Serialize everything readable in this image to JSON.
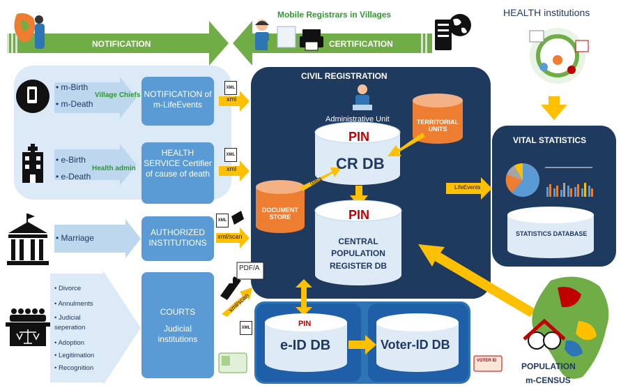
{
  "top": {
    "mobile_registrars": "Mobile Registrars in Villages",
    "notification": "NOTIFICATION",
    "certification": "CERTIFICATION",
    "health_institutions": "HEALTH institutions"
  },
  "left": {
    "row1": {
      "items": [
        "m-Birth",
        "m-Death"
      ],
      "actor": "Village Chiefs",
      "box": "NOTIFICATION of m-LifeEvents",
      "arrow": "xml"
    },
    "row2": {
      "items": [
        "e-Birth",
        "e-Death"
      ],
      "actor": "Health admin",
      "box": "HEALTH SERVICE Certifier of cause of death",
      "arrow": "xml"
    },
    "row3": {
      "items": [
        "Marriage"
      ],
      "box": "AUTHORIZED INSTITUTIONS",
      "arrow": "xml/scan"
    },
    "row4": {
      "items": [
        "Divorce",
        "Annulments",
        "Judicial seperation",
        "Adoption",
        "Legitimation",
        "Recognition"
      ],
      "box_title": "COURTS",
      "box_sub": "Judicial institutions",
      "arrow": "xml/scan"
    }
  },
  "center": {
    "title": "CIVIL REGISTRATION",
    "admin_unit": "Administrative Unit",
    "territorial_units": "TERRITORIAL UNITS",
    "document_store": "DOCUMENT STORE",
    "data_label": "data",
    "pin": "PIN",
    "cr_db": "CR DB",
    "population_register": "CENTRAL POPULATION REGISTER DB",
    "eid_db": "e-ID DB",
    "voter_db": "Voter-ID DB",
    "pdfa": "PDF/A",
    "xml_icon": "XML",
    "voter_card": "VOTER ID"
  },
  "right": {
    "vital_statistics": "VITAL STATISTICS",
    "statistics_db": "STATISTICS DATABASE",
    "life_events": "LifeEvents",
    "population": "POPULATION",
    "m_census": "m-CENSUS"
  },
  "colors": {
    "navy": "#1f3a5f",
    "box_blue": "#5b9bd5",
    "green": "#70ad47",
    "orange": "#ed7d31",
    "yellow": "#ffc000",
    "light_panel": "#dce9f7"
  }
}
